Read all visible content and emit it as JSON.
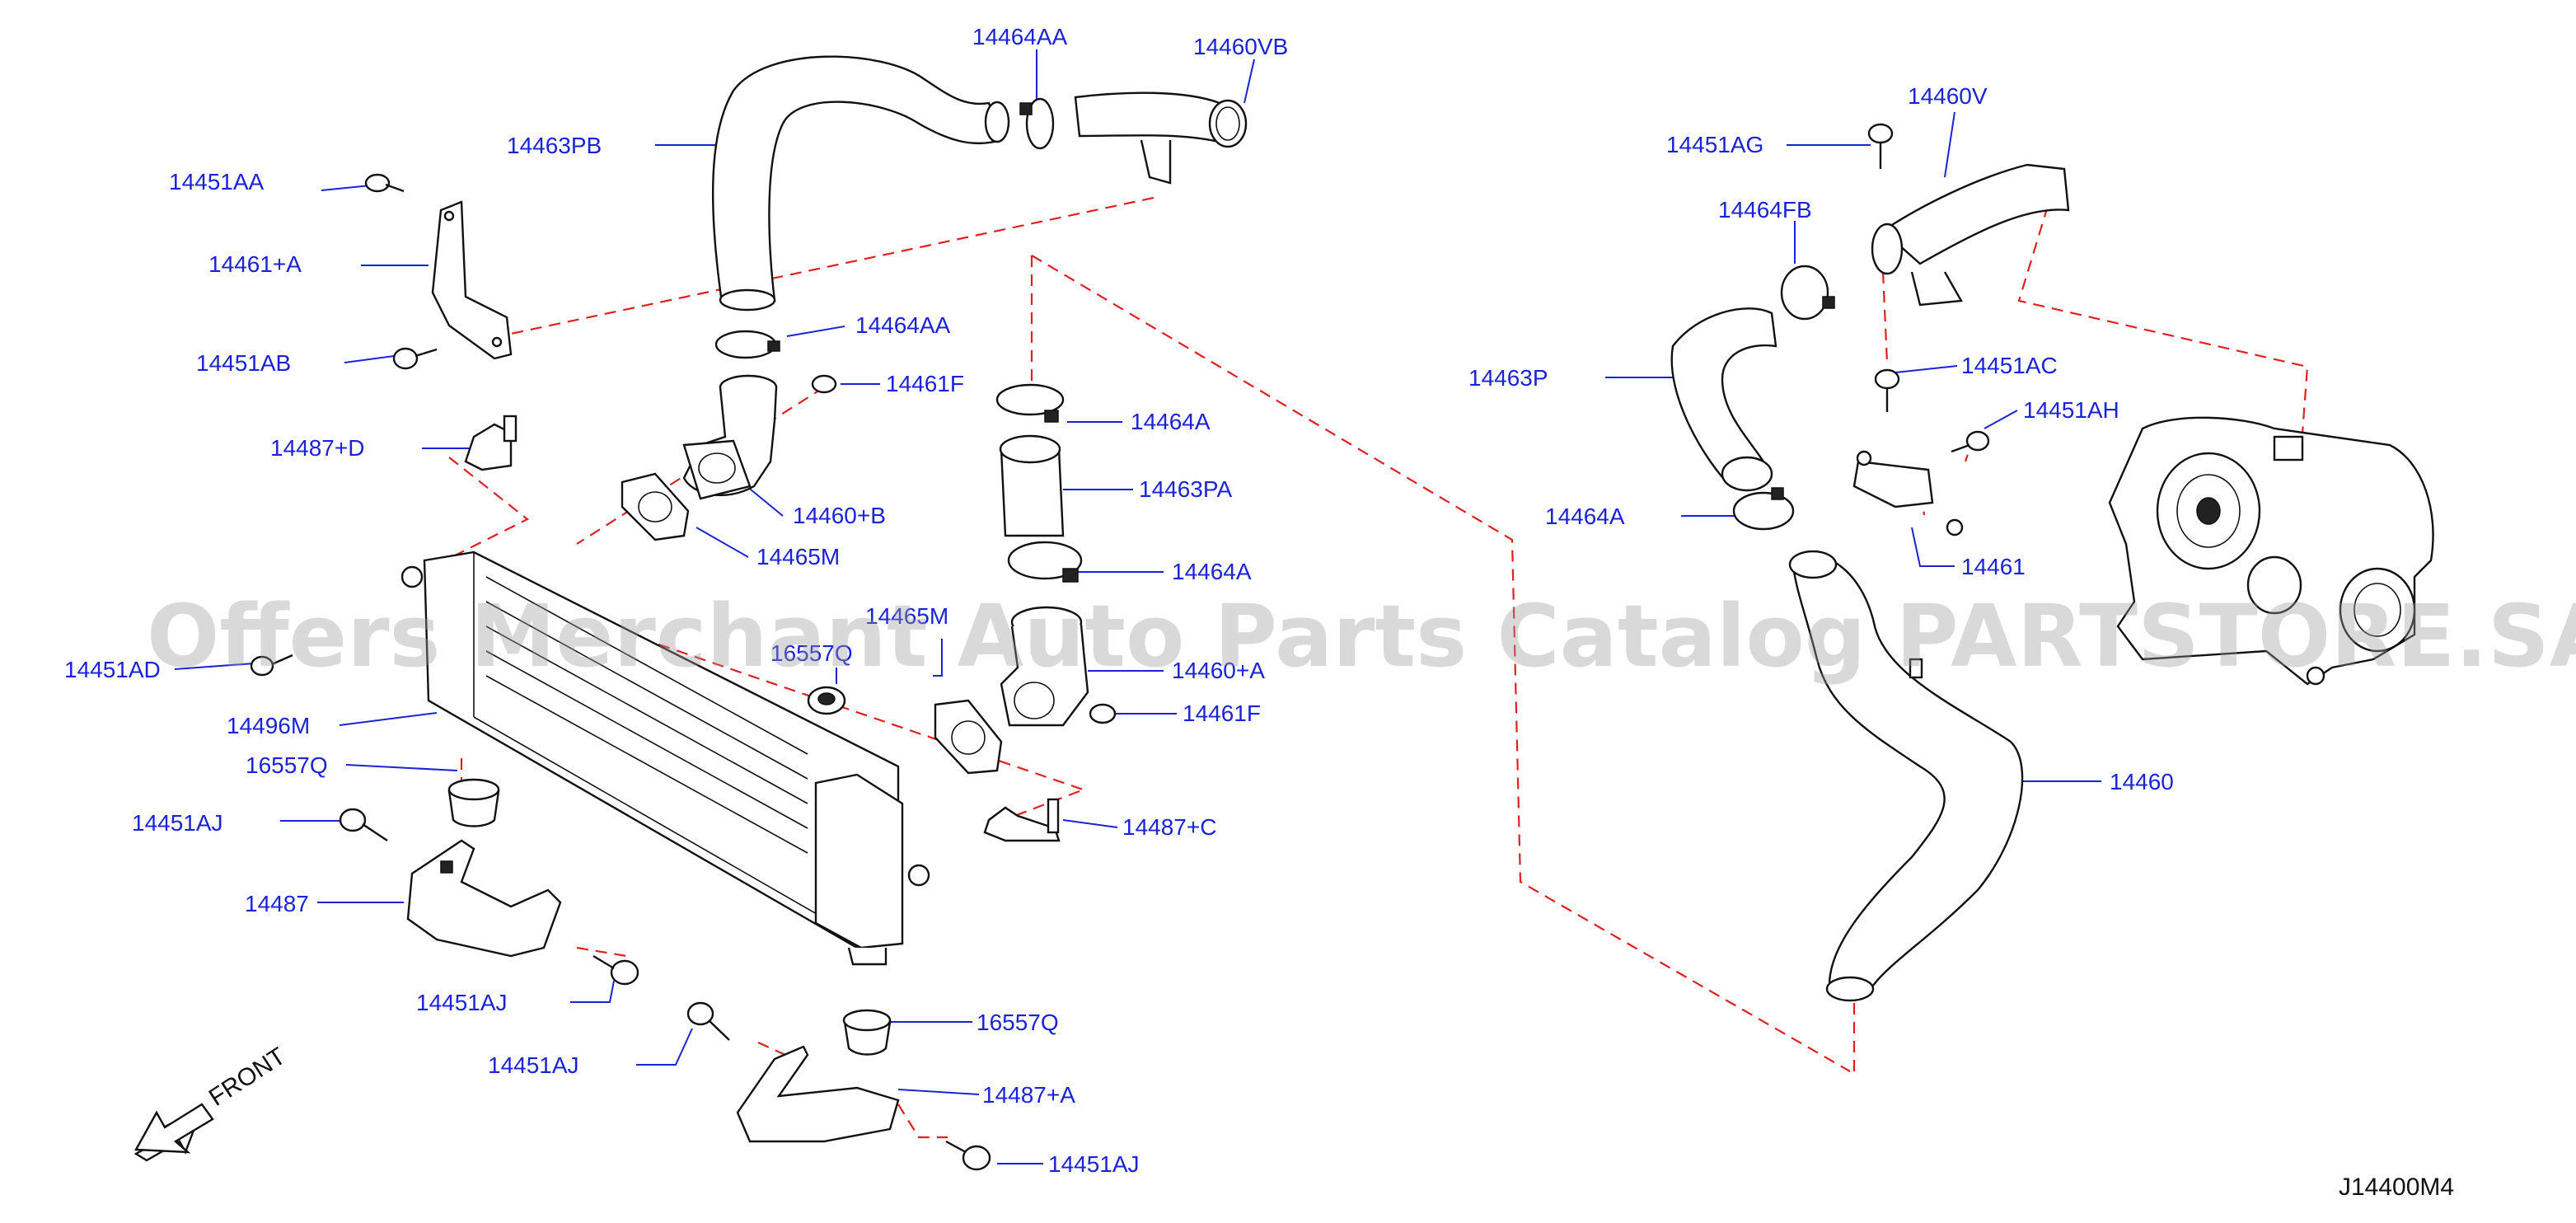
{
  "diagram_code": "J14400M4",
  "front_label": "FRONT",
  "watermark": "Offers Merchant Auto Parts Catalog PARTSTORE.SA",
  "colors": {
    "label": "#1a24d6",
    "dash": "#e02020",
    "part": "#111111",
    "watermark": "#9a9a9a"
  },
  "labels": {
    "l_14464AA_top": "14464AA",
    "l_14460VB": "14460VB",
    "l_14463PB": "14463PB",
    "l_14451AA": "14451AA",
    "l_14461pA": "14461+A",
    "l_14451AB": "14451AB",
    "l_14464AA_mid": "14464AA",
    "l_14461F_top": "14461F",
    "l_14487pD": "14487+D",
    "l_14464A_1": "14464A",
    "l_14463PA": "14463PA",
    "l_14460pB": "14460+B",
    "l_14465M_top": "14465M",
    "l_14464A_2": "14464A",
    "l_14465M_mid": "14465M",
    "l_16557Q_mid": "16557Q",
    "l_14460pA": "14460+A",
    "l_14451AD": "14451AD",
    "l_14461F_low": "14461F",
    "l_14496M": "14496M",
    "l_16557Q_left": "16557Q",
    "l_14451AJ_1": "14451AJ",
    "l_14487pC": "14487+C",
    "l_14487": "14487",
    "l_14451AJ_2": "14451AJ",
    "l_16557Q_low": "16557Q",
    "l_14451AJ_3": "14451AJ",
    "l_14487pA": "14487+A",
    "l_14451AJ_4": "14451AJ",
    "l_14460V": "14460V",
    "l_14451AG": "14451AG",
    "l_14464FB": "14464FB",
    "l_14451AC": "14451AC",
    "l_14463P": "14463P",
    "l_14451AH": "14451AH",
    "l_14464A_r": "14464A",
    "l_14461": "14461",
    "l_14460": "14460"
  }
}
